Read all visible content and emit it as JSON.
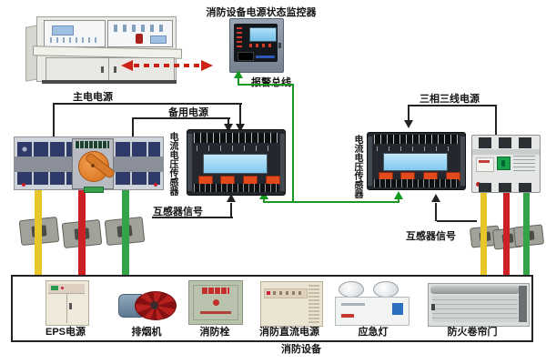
{
  "title": "消防设备电源状态监控器",
  "labels": {
    "main_power": "主电电源",
    "backup_power": "备用电源",
    "alarm_bus": "报警总线",
    "three_phase_power": "三相三线电源",
    "sensor_left_vertical": "电流电压传感器",
    "sensor_right_vertical": "电流电压传感器",
    "ct_signal_left": "互感器信号",
    "ct_signal_right": "互感器信号",
    "fire_equipment_group": "消防设备"
  },
  "equipment": [
    {
      "label": "EPS电源"
    },
    {
      "label": "排烟机"
    },
    {
      "label": "消防栓"
    },
    {
      "label": "消防直流电源"
    },
    {
      "label": "应急灯"
    },
    {
      "label": "防火卷帘门"
    }
  ],
  "colors": {
    "wire_yellow": "#e7c62a",
    "wire_red": "#cd1f26",
    "wire_green": "#33a34a",
    "signal_green": "#17991f",
    "alarm_dashed_red": "#cc2216",
    "connector_black": "#222222"
  }
}
